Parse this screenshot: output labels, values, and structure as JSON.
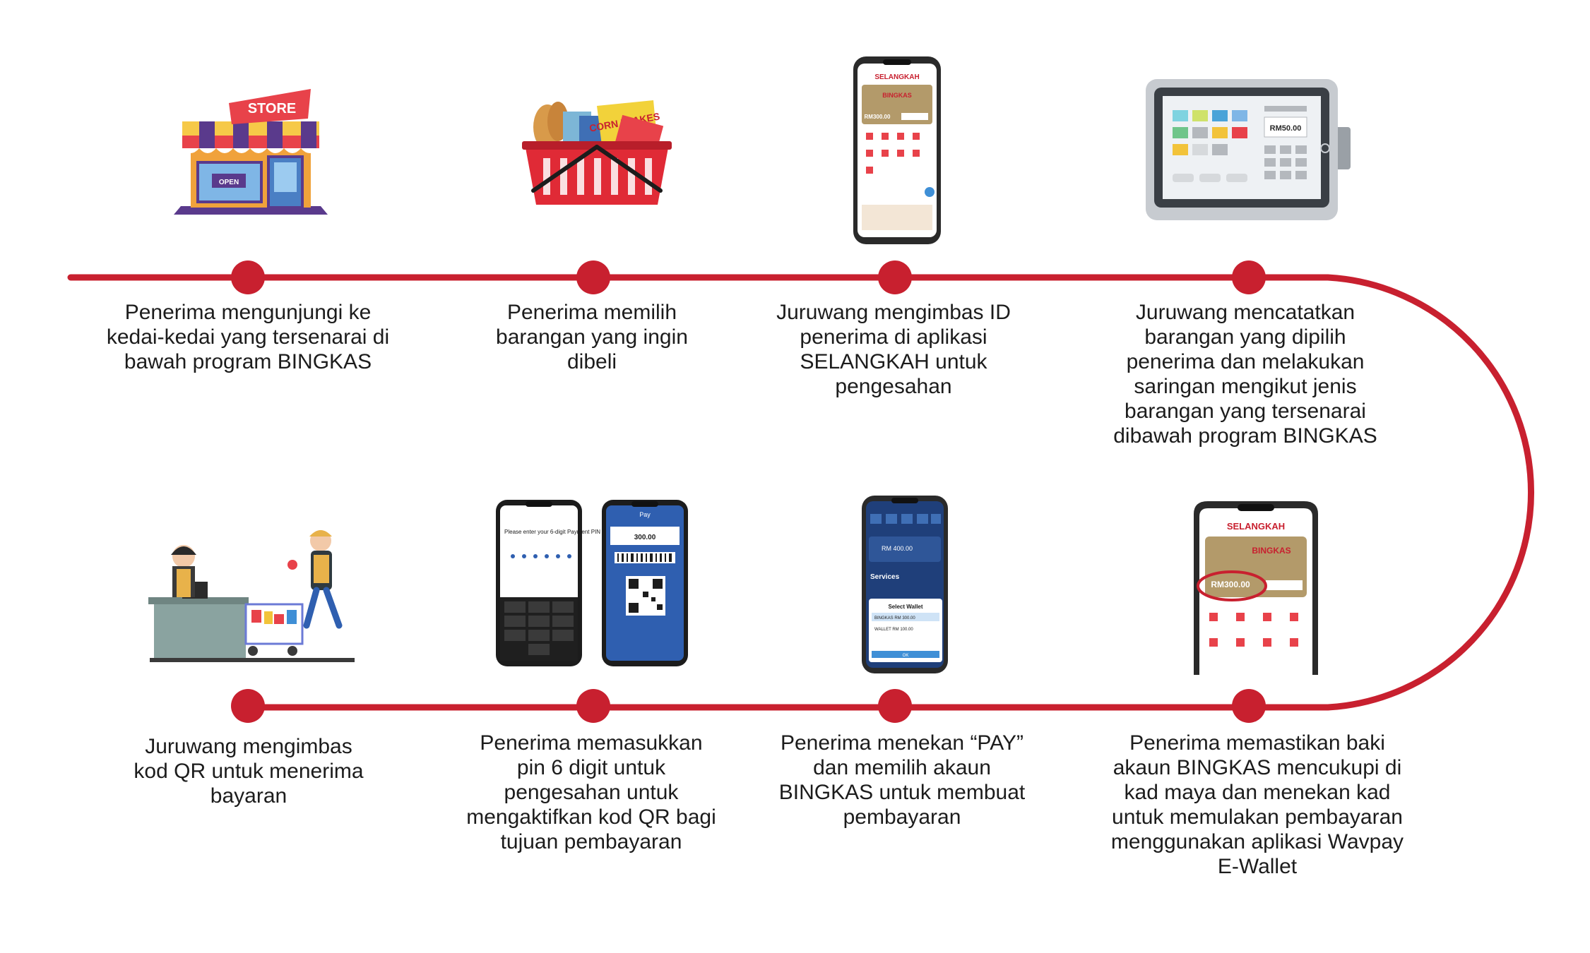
{
  "colors": {
    "line": "#c8202f",
    "node": "#c8202f",
    "text": "#1c1c1c"
  },
  "steps": [
    {
      "id": 1,
      "text": "Penerima mengunjungi ke kedai-kedai yang tersenarai di bawah program BINGKAS",
      "icon": "store-icon"
    },
    {
      "id": 2,
      "text": "Penerima memilih barangan yang ingin dibeli",
      "icon": "shopping-basket-icon"
    },
    {
      "id": 3,
      "text": "Juruwang mengimbas ID penerima di aplikasi SELANGKAH untuk pengesahan",
      "icon": "selangkah-phone-icon"
    },
    {
      "id": 4,
      "text": "Juruwang mencatatkan barangan yang dipilih penerima dan melakukan saringan mengikut jenis barangan yang tersenarai dibawah program BINGKAS",
      "icon": "pos-terminal-icon"
    },
    {
      "id": 5,
      "text": "Penerima memastikan baki akaun BINGKAS mencukupi di kad maya dan menekan kad untuk memulakan pembayaran menggunakan aplikasi Wavpay E-Wallet",
      "icon": "selangkah-card-phone-icon"
    },
    {
      "id": 6,
      "text": "Penerima menekan “PAY” dan memilih akaun BINGKAS untuk membuat pembayaran",
      "icon": "wallet-select-phone-icon"
    },
    {
      "id": 7,
      "text": "Penerima memasukkan pin 6 digit untuk pengesahan untuk mengaktifkan kod QR bagi tujuan pembayaran",
      "icon": "pin-qr-phones-icon"
    },
    {
      "id": 8,
      "text": "Juruwang mengimbas kod QR untuk menerima bayaran",
      "icon": "cashier-scene-icon"
    }
  ],
  "screens": {
    "store_sign": "STORE",
    "open_sign": "OPEN",
    "cereal_box": "CORN FLAKES",
    "selangkah_brand": "SELANGKAH",
    "bingkas_brand": "BINGKAS",
    "card_amount": "RM300.00",
    "pos_amount": "RM50.00",
    "pin_prompt": "Please enter your 6-digit Payment PIN",
    "pay_title": "Pay",
    "pay_amount": "300.00",
    "wallet_title": "Select Wallet",
    "wallet_bingkas": "BINGKAS   RM 300.00",
    "wallet_wallet": "WALLET    RM 100.00",
    "wallet_ok": "OK",
    "services_label": "Services",
    "balance_label": "RM 400.00"
  }
}
